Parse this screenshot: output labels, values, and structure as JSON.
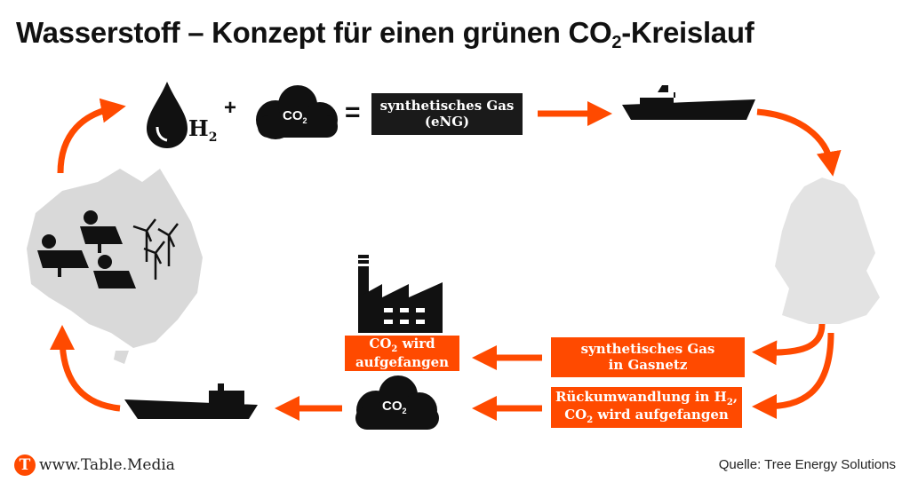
{
  "title": {
    "main": "Wasserstoff – Konzept für einen grünen CO",
    "sub": "2",
    "end": "-Kreislauf"
  },
  "equation": {
    "h2_label": "H",
    "h2_sub": "2",
    "plus": "+",
    "co2_label": "CO",
    "co2_sub": "2",
    "equals": "="
  },
  "product_box": {
    "line1": "synthetisches Gas",
    "line2": "(eNG)"
  },
  "right_boxes": [
    {
      "line1": "synthetisches Gas",
      "line2": "in Gasnetz"
    },
    {
      "line1a": "Rückumwandlung in H",
      "line1sub": "2",
      "line1b": ",",
      "line2a": "CO",
      "line2sub": "2",
      "line2b": " wird aufgefangen"
    }
  ],
  "capture_box": {
    "line1a": "CO",
    "line1sub": "2",
    "line1b": " wird",
    "line2": "aufgefangen"
  },
  "bottom_cloud": {
    "label": "CO",
    "sub": "2"
  },
  "footer": {
    "logo_letter": "T",
    "url": "www.Table.Media",
    "source": "Quelle: Tree Energy Solutions"
  },
  "colors": {
    "accent": "#ff4a00",
    "dark": "#1a1a1a",
    "map": "#d9d9d9"
  }
}
